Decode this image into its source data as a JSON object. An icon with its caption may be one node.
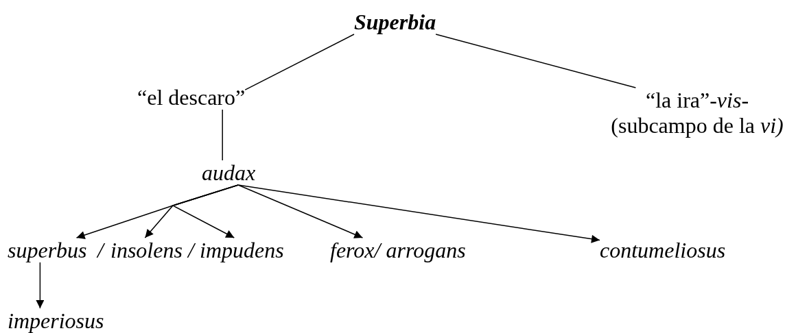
{
  "diagram": {
    "nodes": [
      {
        "text": [
          "Superbia"
        ]
      },
      {
        "text": [
          "“el descaro”"
        ]
      },
      {
        "text": [
          "“la ira”-*vis*- (subcampo de la *vi)*"
        ]
      },
      {
        "text": [
          "audax"
        ]
      },
      {
        "text": [
          "superbus"
        ]
      },
      {
        "text": [
          "insolens"
        ]
      },
      {
        "text": [
          "impudens"
        ]
      },
      {
        "text": [
          "ferox/ arrogans"
        ]
      },
      {
        "text": [
          "contumeliosus"
        ]
      },
      {
        "text": [
          "imperiosus"
        ]
      }
    ],
    "edges": [
      {
        "from": 0,
        "to": 1,
        "arrow": "none"
      },
      {
        "from": 0,
        "to": 2,
        "arrow": "none"
      },
      {
        "from": 1,
        "to": 3,
        "arrow": "none"
      },
      {
        "from": 3,
        "to": 4,
        "arrow": "to"
      },
      {
        "from": 3,
        "to": 5,
        "arrow": "to"
      },
      {
        "from": 3,
        "to": 6,
        "arrow": "to"
      },
      {
        "from": 3,
        "to": 7,
        "arrow": "to"
      },
      {
        "from": 3,
        "to": 8,
        "arrow": "to"
      },
      {
        "from": 4,
        "to": 9,
        "arrow": "to"
      }
    ],
    "labels": [
      "/",
      "/"
    ]
  }
}
